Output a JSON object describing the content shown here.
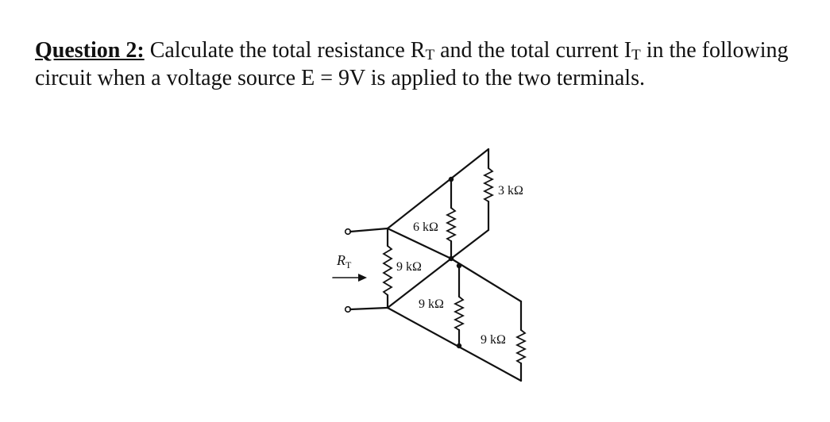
{
  "question": {
    "label": "Question 2:",
    "part1": " Calculate the total resistance R",
    "sub_t1": "T",
    "part2": " and the total current I",
    "sub_t2": "T",
    "part3": " in the following circuit when a voltage source E = 9V is applied to the two terminals."
  },
  "circuit": {
    "rt_label": "R",
    "rt_sub": "T",
    "resistors": {
      "r_top_right": "3 kΩ",
      "r_top_middle": "6 kΩ",
      "r_left": "9 kΩ",
      "r_center": "9 kΩ",
      "r_bottom_right": "9 kΩ"
    }
  }
}
